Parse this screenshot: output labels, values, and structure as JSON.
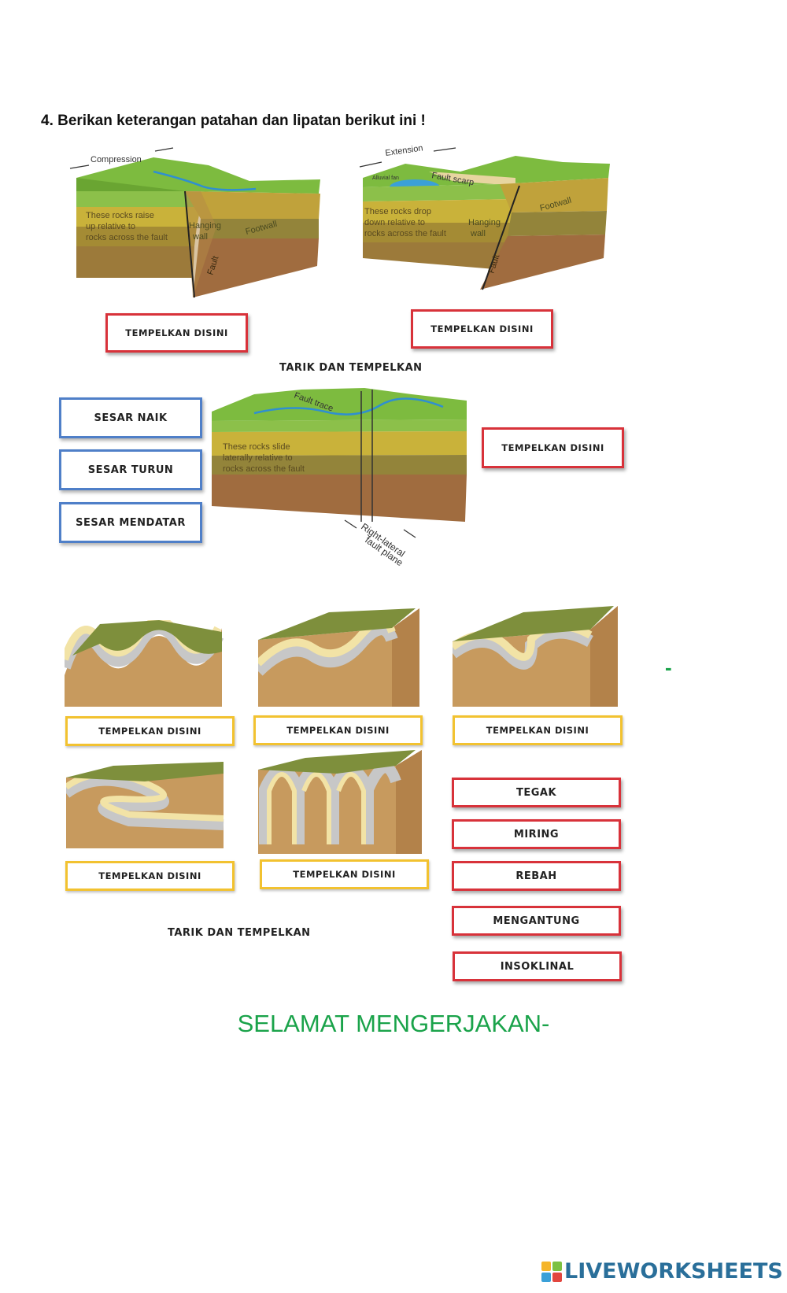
{
  "question": {
    "text": "4.  Berikan keterangan patahan dan lipatan berikut ini !"
  },
  "faults": {
    "reverse": {
      "compression": "Compression",
      "desc_lines": [
        "These rocks raise",
        "up relative to",
        "rocks across the fault"
      ],
      "hanging_wall": [
        "Hanging",
        "wall"
      ],
      "footwall": "Footwall",
      "fault": "Fault"
    },
    "normal": {
      "extension": "Extension",
      "alluvial_fan": "Alluvial fan",
      "fault_scarp": "Fault scarp",
      "desc_lines": [
        "These rocks drop",
        "down relative to",
        "rocks across the fault"
      ],
      "hanging_wall": [
        "Hanging",
        "wall"
      ],
      "footwall": "Footwall",
      "fault": "Fault"
    },
    "strike_slip": {
      "fault_trace": "Fault trace",
      "desc_lines": [
        "These rocks slide",
        "laterally relative to",
        "rocks across the fault"
      ],
      "plane_lines": [
        "Right-lateral",
        "fault plane"
      ]
    }
  },
  "drop_label": "TEMPELKAN DISINI",
  "instruction": "TARIK DAN TEMPELKAN",
  "fault_options": [
    "SESAR NAIK",
    "SESAR TURUN",
    "SESAR MENDATAR"
  ],
  "fold_options": [
    "TEGAK",
    "MIRING",
    "REBAH",
    "MENGANTUNG",
    "INSOKLINAL"
  ],
  "closing": "SELAMAT MENGERJAKAN-",
  "stray_dash": "-",
  "watermark": "LIVEWORKSHEETS",
  "colors": {
    "grass": "#7dbb3f",
    "red_border": "#d8323a",
    "blue_border": "#4f7fc8",
    "yellow_border": "#f2c230",
    "closing_green": "#1aa34a"
  }
}
